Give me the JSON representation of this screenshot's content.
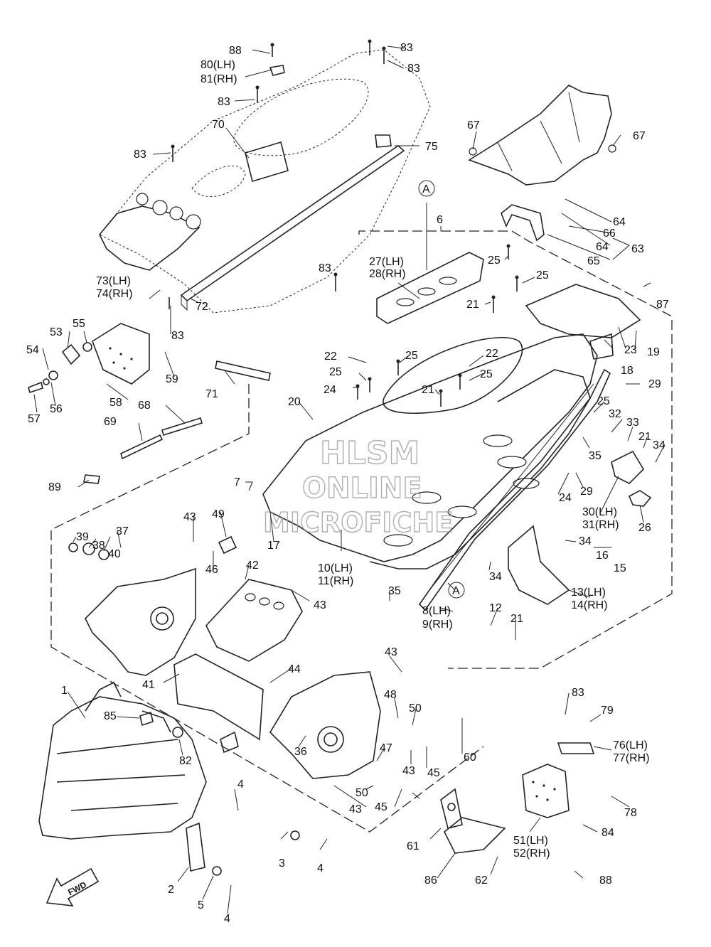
{
  "watermark": {
    "line1": "HLSM",
    "line2": "ONLINE",
    "line3": "MICROFICHE"
  },
  "fwd_badge": "FWD",
  "callouts": [
    {
      "id": "c88a",
      "text": "88"
    },
    {
      "id": "c80",
      "text": "80(LH)"
    },
    {
      "id": "c81",
      "text": "81(RH)"
    },
    {
      "id": "c83a",
      "text": "83"
    },
    {
      "id": "c83b",
      "text": "83"
    },
    {
      "id": "c83c",
      "text": "83"
    },
    {
      "id": "c70",
      "text": "70"
    },
    {
      "id": "c83d",
      "text": "83"
    },
    {
      "id": "c75",
      "text": "75"
    },
    {
      "id": "c67a",
      "text": "67"
    },
    {
      "id": "c67b",
      "text": "67"
    },
    {
      "id": "c6",
      "text": "6"
    },
    {
      "id": "c64a",
      "text": "64"
    },
    {
      "id": "c66",
      "text": "66"
    },
    {
      "id": "c64b",
      "text": "64"
    },
    {
      "id": "c63",
      "text": "63"
    },
    {
      "id": "c65",
      "text": "65"
    },
    {
      "id": "c27",
      "text": "27(LH)"
    },
    {
      "id": "c28",
      "text": "28(RH)"
    },
    {
      "id": "cA1",
      "text": "A"
    },
    {
      "id": "c25a",
      "text": "25"
    },
    {
      "id": "c25b",
      "text": "25"
    },
    {
      "id": "c83e",
      "text": "83"
    },
    {
      "id": "c73",
      "text": "73(LH)"
    },
    {
      "id": "c74",
      "text": "74(RH)"
    },
    {
      "id": "c21a",
      "text": "21"
    },
    {
      "id": "c87",
      "text": "87"
    },
    {
      "id": "c83f",
      "text": "83"
    },
    {
      "id": "c72",
      "text": "72"
    },
    {
      "id": "c23",
      "text": "23"
    },
    {
      "id": "c19",
      "text": "19"
    },
    {
      "id": "c55",
      "text": "55"
    },
    {
      "id": "c53",
      "text": "53"
    },
    {
      "id": "c54",
      "text": "54"
    },
    {
      "id": "c22a",
      "text": "22"
    },
    {
      "id": "c22b",
      "text": "22"
    },
    {
      "id": "c25c",
      "text": "25"
    },
    {
      "id": "c25d",
      "text": "25"
    },
    {
      "id": "c18",
      "text": "18"
    },
    {
      "id": "c59",
      "text": "59"
    },
    {
      "id": "c25e",
      "text": "25"
    },
    {
      "id": "c29a",
      "text": "29"
    },
    {
      "id": "c24a",
      "text": "24"
    },
    {
      "id": "c21b",
      "text": "21"
    },
    {
      "id": "c71",
      "text": "71"
    },
    {
      "id": "c57",
      "text": "57"
    },
    {
      "id": "c56",
      "text": "56"
    },
    {
      "id": "c58",
      "text": "58"
    },
    {
      "id": "c25f",
      "text": "25"
    },
    {
      "id": "c20",
      "text": "20"
    },
    {
      "id": "c32",
      "text": "32"
    },
    {
      "id": "c33",
      "text": "33"
    },
    {
      "id": "c68",
      "text": "68"
    },
    {
      "id": "c21c",
      "text": "21"
    },
    {
      "id": "c34a",
      "text": "34"
    },
    {
      "id": "c69",
      "text": "69"
    },
    {
      "id": "c35a",
      "text": "35"
    },
    {
      "id": "c7",
      "text": "7"
    },
    {
      "id": "c89",
      "text": "89"
    },
    {
      "id": "c29b",
      "text": "29"
    },
    {
      "id": "c24b",
      "text": "24"
    },
    {
      "id": "c30",
      "text": "30(LH)"
    },
    {
      "id": "c31",
      "text": "31(RH)"
    },
    {
      "id": "c26",
      "text": "26"
    },
    {
      "id": "c43a",
      "text": "43"
    },
    {
      "id": "c49",
      "text": "49"
    },
    {
      "id": "c17",
      "text": "17"
    },
    {
      "id": "c37",
      "text": "37"
    },
    {
      "id": "c39",
      "text": "39"
    },
    {
      "id": "c38",
      "text": "38"
    },
    {
      "id": "c40",
      "text": "40"
    },
    {
      "id": "c34b",
      "text": "34"
    },
    {
      "id": "c16",
      "text": "16"
    },
    {
      "id": "c15",
      "text": "15"
    },
    {
      "id": "c42",
      "text": "42"
    },
    {
      "id": "c46",
      "text": "46"
    },
    {
      "id": "c10",
      "text": "10(LH)"
    },
    {
      "id": "c11",
      "text": "11(RH)"
    },
    {
      "id": "c34c",
      "text": "34"
    },
    {
      "id": "c13",
      "text": "13(LH)"
    },
    {
      "id": "c14",
      "text": "14(RH)"
    },
    {
      "id": "c43b",
      "text": "43"
    },
    {
      "id": "c35b",
      "text": "35"
    },
    {
      "id": "cA2",
      "text": "A"
    },
    {
      "id": "c8",
      "text": "8(LH)"
    },
    {
      "id": "c9",
      "text": "9(RH)"
    },
    {
      "id": "c12",
      "text": "12"
    },
    {
      "id": "c21d",
      "text": "21"
    },
    {
      "id": "c43c",
      "text": "43"
    },
    {
      "id": "c44",
      "text": "44"
    },
    {
      "id": "c41",
      "text": "41"
    },
    {
      "id": "c1",
      "text": "1"
    },
    {
      "id": "c83g",
      "text": "83"
    },
    {
      "id": "c79",
      "text": "79"
    },
    {
      "id": "c48",
      "text": "48"
    },
    {
      "id": "c50a",
      "text": "50"
    },
    {
      "id": "c76",
      "text": "76(LH)"
    },
    {
      "id": "c77",
      "text": "77(RH)"
    },
    {
      "id": "c85",
      "text": "85"
    },
    {
      "id": "c82",
      "text": "82"
    },
    {
      "id": "c36",
      "text": "36"
    },
    {
      "id": "c47",
      "text": "47"
    },
    {
      "id": "c60",
      "text": "60"
    },
    {
      "id": "c43d",
      "text": "43"
    },
    {
      "id": "c45a",
      "text": "45"
    },
    {
      "id": "c78",
      "text": "78"
    },
    {
      "id": "c4a",
      "text": "4"
    },
    {
      "id": "c50b",
      "text": "50"
    },
    {
      "id": "c43e",
      "text": "43"
    },
    {
      "id": "c45b",
      "text": "45"
    },
    {
      "id": "c84",
      "text": "84"
    },
    {
      "id": "c61",
      "text": "61"
    },
    {
      "id": "c51",
      "text": "51(LH)"
    },
    {
      "id": "c52",
      "text": "52(RH)"
    },
    {
      "id": "c3",
      "text": "3"
    },
    {
      "id": "c4b",
      "text": "4"
    },
    {
      "id": "c2",
      "text": "2"
    },
    {
      "id": "c86",
      "text": "86"
    },
    {
      "id": "c62",
      "text": "62"
    },
    {
      "id": "c88b",
      "text": "88"
    },
    {
      "id": "c5",
      "text": "5"
    },
    {
      "id": "c4c",
      "text": "4"
    }
  ]
}
